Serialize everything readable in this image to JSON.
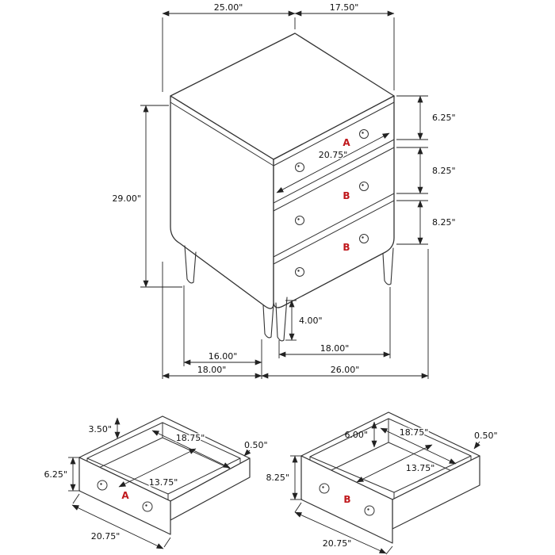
{
  "title": "chest-of-drawers-dimension-diagram",
  "colors": {
    "line": "#333333",
    "dim": "#222222",
    "label_red": "#c0181c",
    "background": "#ffffff"
  },
  "main_view": {
    "description": "3-drawer chest isometric view",
    "drawer_labels": {
      "top": "A",
      "middle": "B",
      "bottom": "B"
    },
    "dims": {
      "top_width": "25.00\"",
      "top_depth": "17.50\"",
      "overall_height": "29.00\"",
      "drawer_a_front_height": "6.25\"",
      "drawer_b1_front_height": "8.25\"",
      "drawer_b2_front_height": "8.25\"",
      "drawer_front_width": "20.75\"",
      "leg_height": "4.00\"",
      "leg_spacing_side": "16.00\"",
      "leg_spacing_front": "18.00\"",
      "base_depth": "18.00\"",
      "base_width": "26.00\""
    }
  },
  "drawer_a_detail": {
    "label": "A",
    "dims": {
      "side_height": "3.50\"",
      "interior_width": "18.75\"",
      "wall_thickness": "0.50\"",
      "interior_depth": "13.75\"",
      "front_height": "6.25\"",
      "front_width": "20.75\""
    }
  },
  "drawer_b_detail": {
    "label": "B",
    "dims": {
      "side_height": "6.00\"",
      "interior_width": "18.75\"",
      "wall_thickness": "0.50\"",
      "interior_depth": "13.75\"",
      "front_height": "8.25\"",
      "front_width": "20.75\""
    }
  }
}
